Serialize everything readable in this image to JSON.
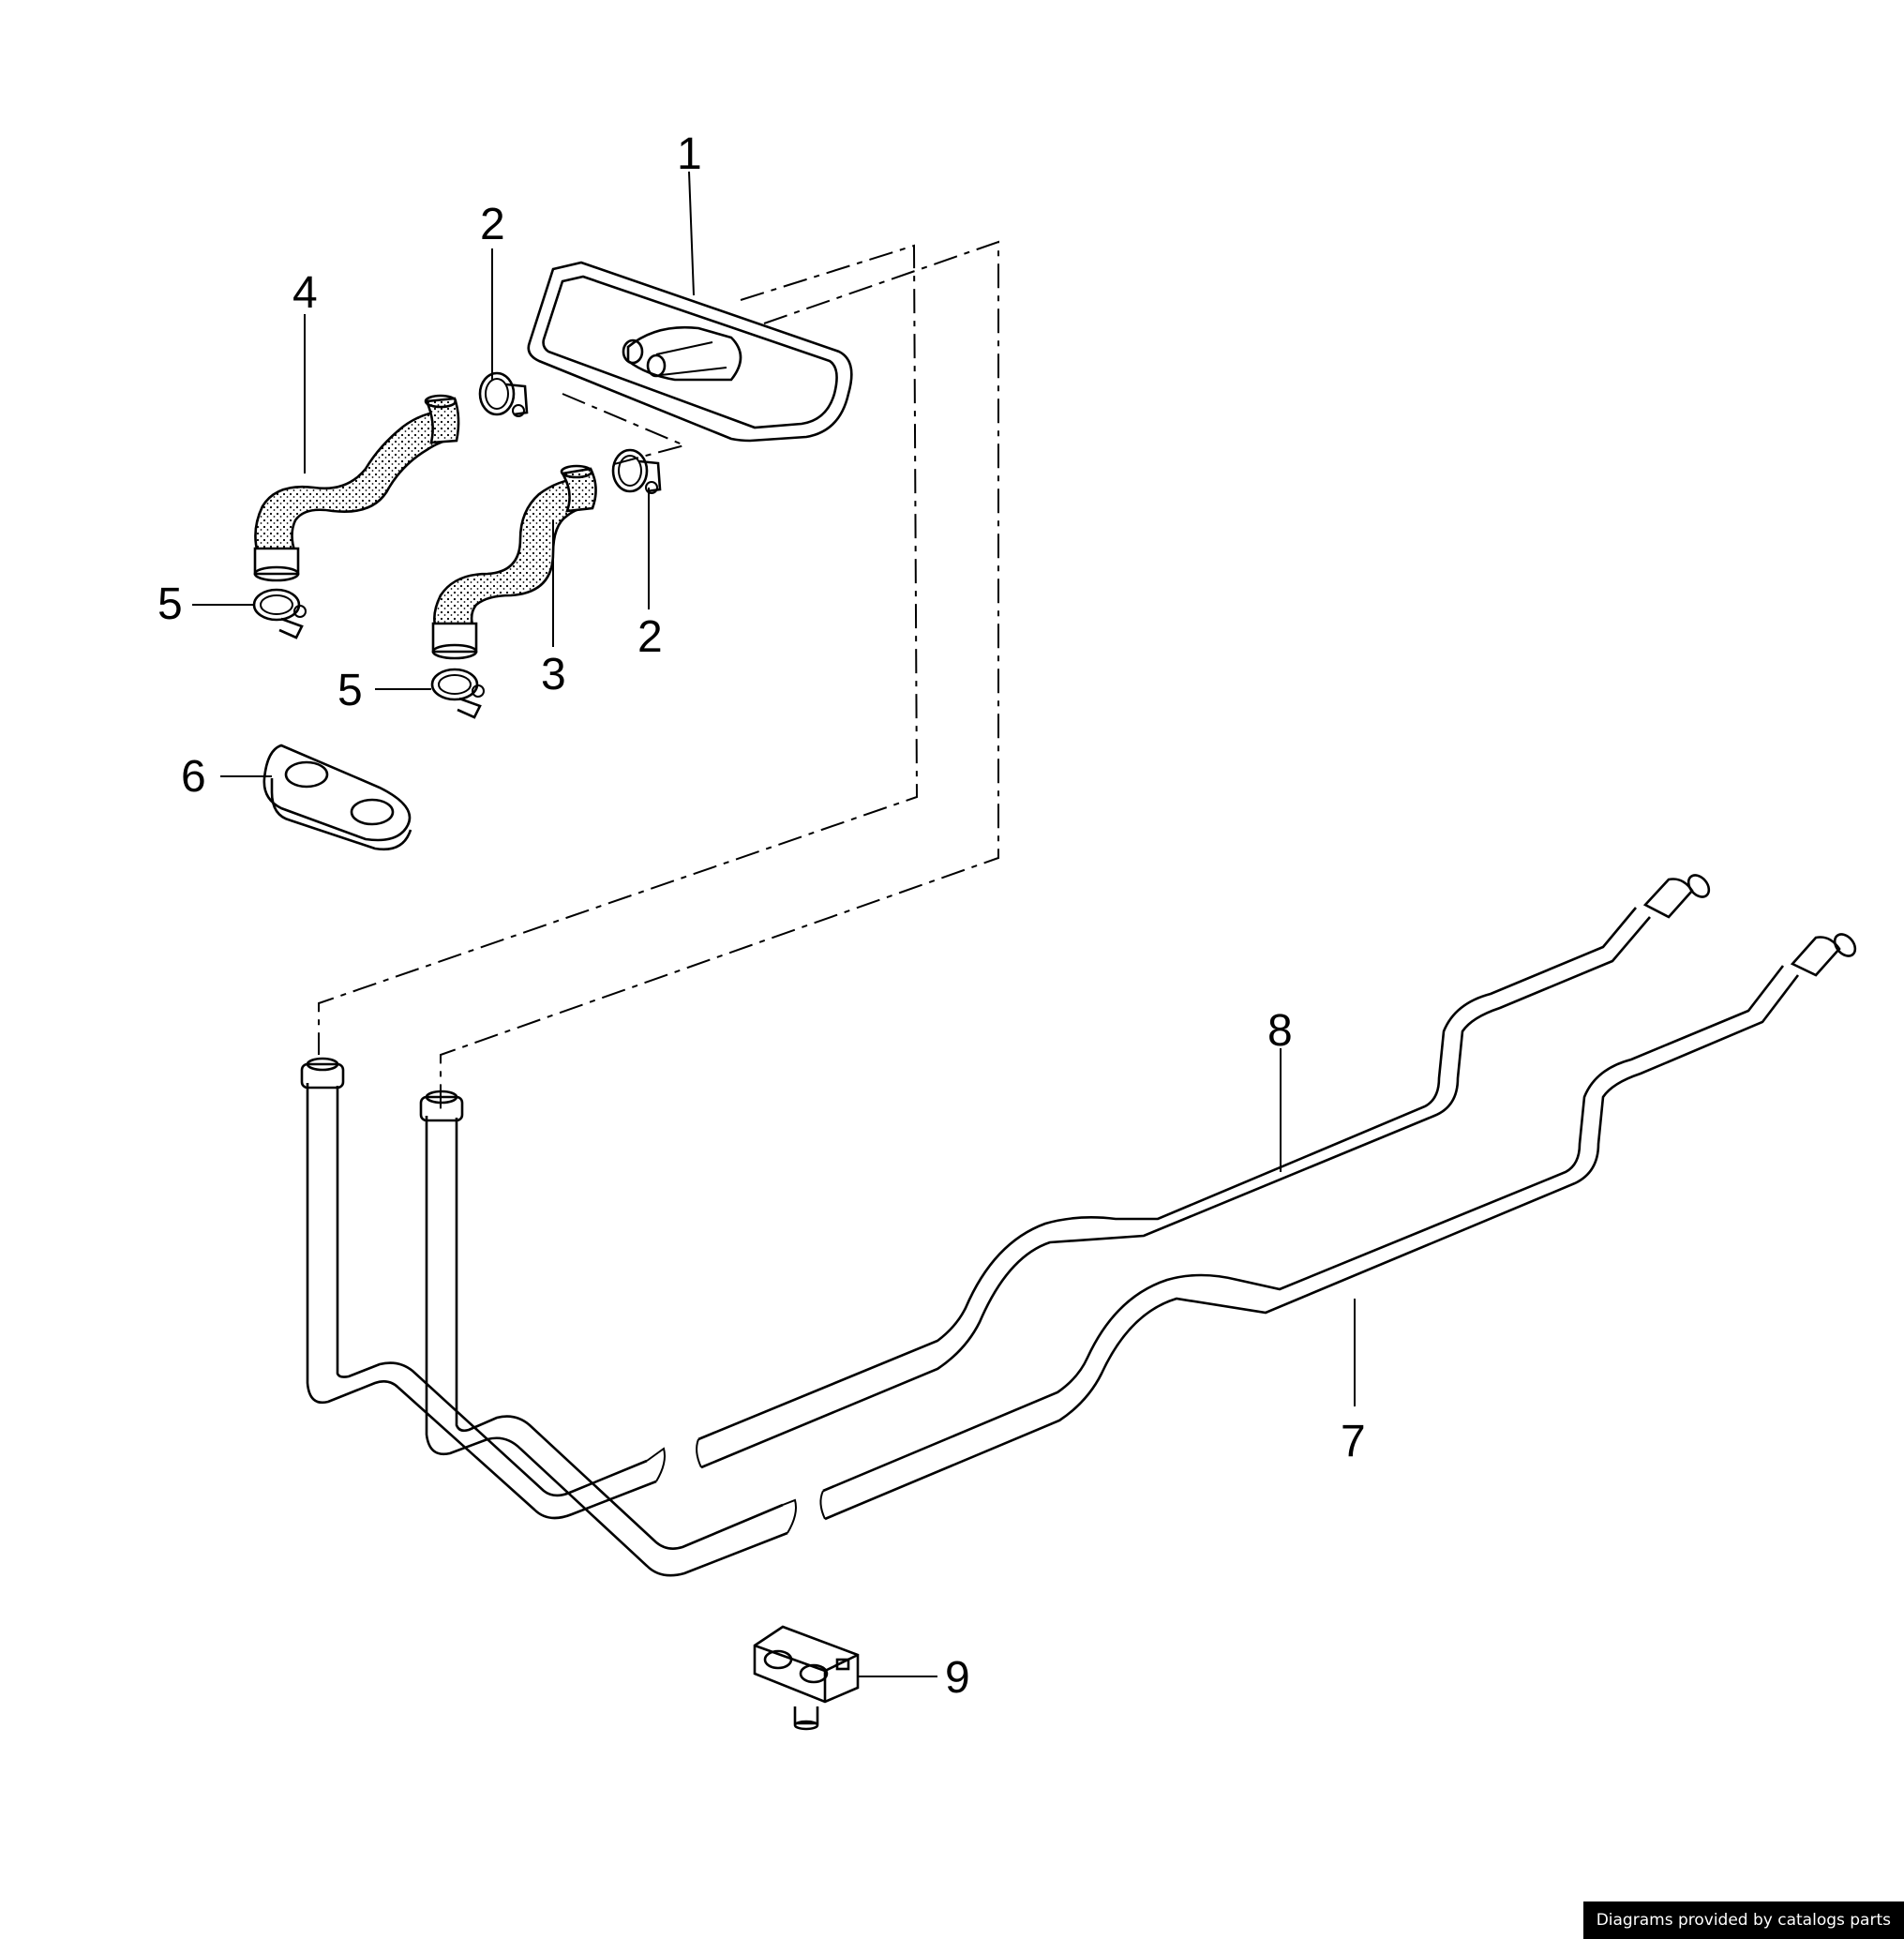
{
  "diagram": {
    "callouts": {
      "c1": "1",
      "c2a": "2",
      "c2b": "2",
      "c3": "3",
      "c4": "4",
      "c5a": "5",
      "c5b": "5",
      "c6": "6",
      "c7": "7",
      "c8": "8",
      "c9": "9"
    }
  },
  "footer": {
    "credit": "Diagrams provided by catalogs parts"
  }
}
